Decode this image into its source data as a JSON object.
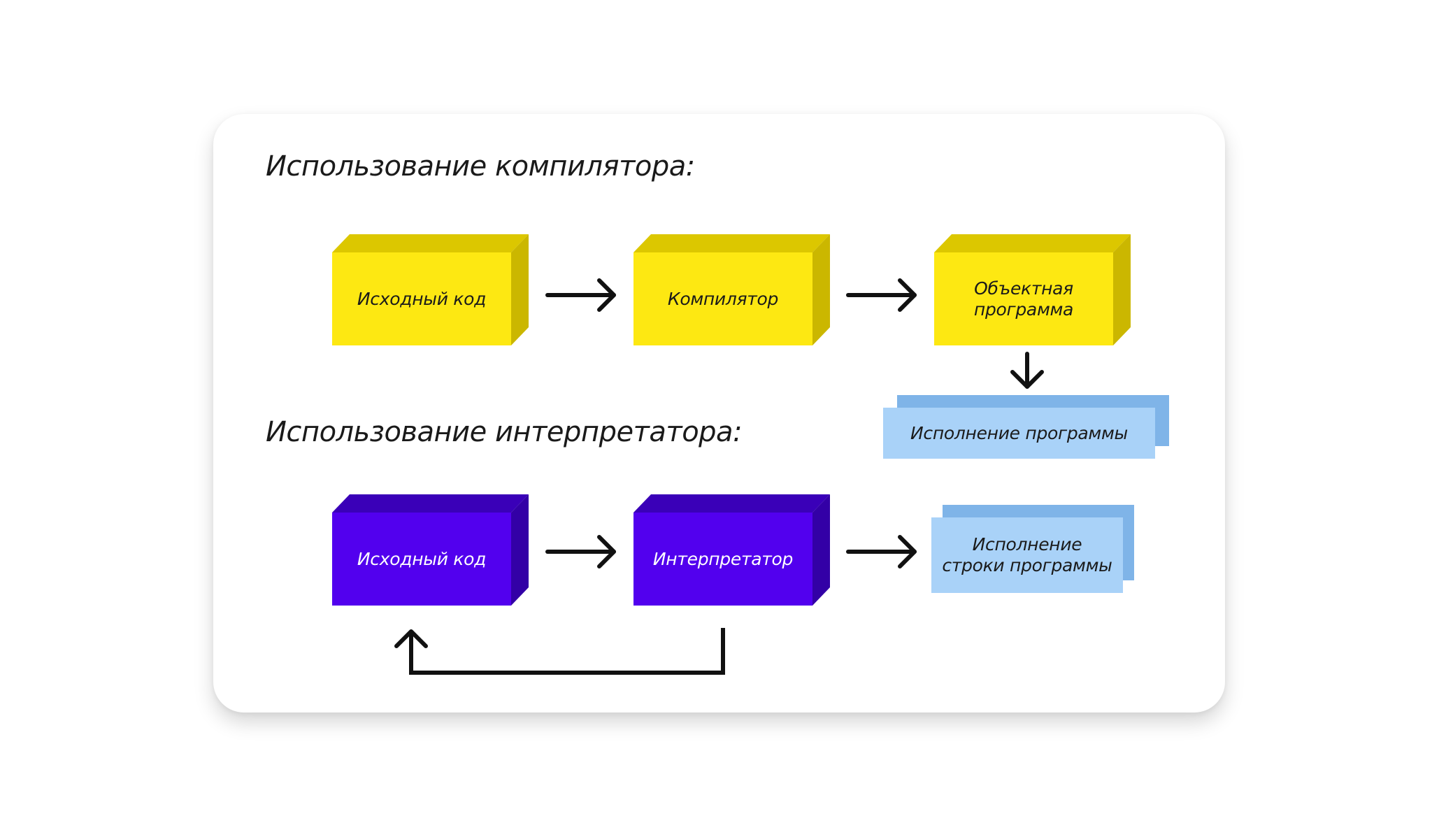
{
  "compiler": {
    "heading": "Использование компилятора:",
    "source": "Исходный код",
    "compiler": "Компилятор",
    "object_program": "Объектная\nпрограмма",
    "execution": "Исполнение программы"
  },
  "interpreter": {
    "heading": "Использование интерпретатора:",
    "source": "Исходный код",
    "interpreter": "Интерпретатор",
    "line_execution": "Исполнение\nстроки программы"
  },
  "colors": {
    "yellow_front": "#fde812",
    "yellow_side": "#dcc700",
    "purple_front": "#5200ee",
    "purple_side": "#3a00b8",
    "blue_front": "#a9d2f8",
    "blue_back": "#7fb4e8"
  }
}
